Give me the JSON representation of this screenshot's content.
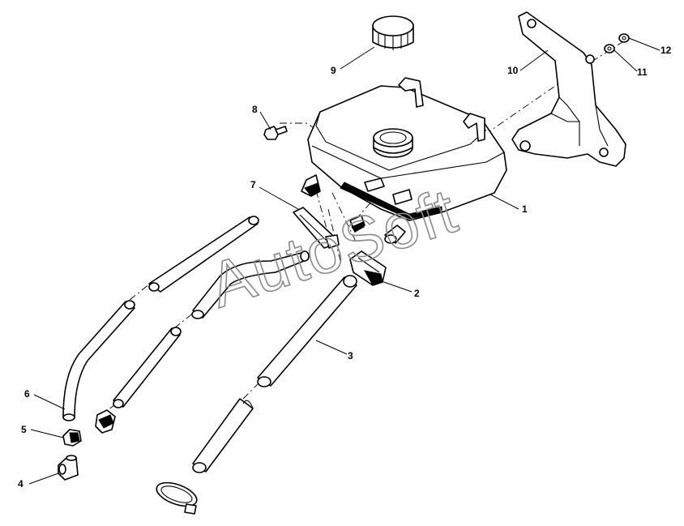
{
  "watermark": "AutoSoft",
  "callouts": {
    "c1": "1",
    "c2": "2",
    "c3": "3",
    "c4": "4",
    "c5": "5",
    "c6": "6",
    "c7": "7",
    "c8": "8",
    "c9": "9",
    "c10": "10",
    "c11": "11",
    "c12": "12"
  }
}
